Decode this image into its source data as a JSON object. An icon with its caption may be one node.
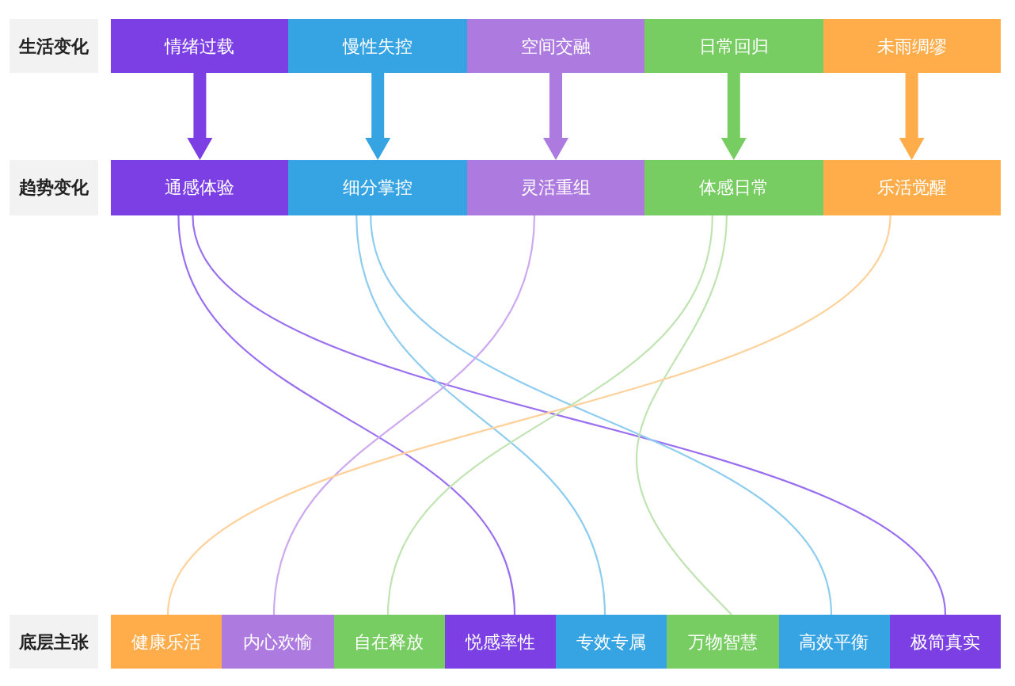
{
  "diagram": {
    "nodes": [
      {
        "text": [
          "生活变化"
        ]
      },
      {
        "text": [
          "情绪过载"
        ]
      },
      {
        "text": [
          "慢性失控"
        ]
      },
      {
        "text": [
          "空间交融"
        ]
      },
      {
        "text": [
          "日常回归"
        ]
      },
      {
        "text": [
          "未雨绸缪"
        ]
      },
      {
        "text": [
          "趋势变化"
        ]
      },
      {
        "text": [
          "通感体验"
        ]
      },
      {
        "text": [
          "细分掌控"
        ]
      },
      {
        "text": [
          "灵活重组"
        ]
      },
      {
        "text": [
          "体感日常"
        ]
      },
      {
        "text": [
          "乐活觉醒"
        ]
      },
      {
        "text": [
          "底层主张"
        ]
      },
      {
        "text": [
          "健康乐活"
        ]
      },
      {
        "text": [
          "内心欢愉"
        ]
      },
      {
        "text": [
          "自在释放"
        ]
      },
      {
        "text": [
          "悦感率性"
        ]
      },
      {
        "text": [
          "专效专属"
        ]
      },
      {
        "text": [
          "万物智慧"
        ]
      },
      {
        "text": [
          "高效平衡"
        ]
      },
      {
        "text": [
          "极简真实"
        ]
      }
    ],
    "edges": [
      {
        "from": 1,
        "to": 7,
        "arrow": "to",
        "style": "thick",
        "color": "#7b3fe4"
      },
      {
        "from": 2,
        "to": 8,
        "arrow": "to",
        "style": "thick",
        "color": "#36a3e3"
      },
      {
        "from": 3,
        "to": 9,
        "arrow": "to",
        "style": "thick",
        "color": "#ad7ae0"
      },
      {
        "from": 4,
        "to": 10,
        "arrow": "to",
        "style": "thick",
        "color": "#77cd62"
      },
      {
        "from": 5,
        "to": 11,
        "arrow": "to",
        "style": "thick",
        "color": "#ffad4a"
      },
      {
        "from": 7,
        "to": 16,
        "arrow": "none",
        "color": "#9a6ff0"
      },
      {
        "from": 7,
        "to": 20,
        "arrow": "none",
        "color": "#9a6ff0"
      },
      {
        "from": 8,
        "to": 17,
        "arrow": "none",
        "color": "#8fcdf0"
      },
      {
        "from": 8,
        "to": 19,
        "arrow": "none",
        "color": "#8fcdf0"
      },
      {
        "from": 9,
        "to": 14,
        "arrow": "none",
        "color": "#cdaaf0"
      },
      {
        "from": 10,
        "to": 15,
        "arrow": "none",
        "color": "#bfe4b2"
      },
      {
        "from": 10,
        "to": 18,
        "arrow": "none",
        "color": "#bfe4b2"
      },
      {
        "from": 11,
        "to": 13,
        "arrow": "none",
        "color": "#ffd19a"
      }
    ]
  }
}
